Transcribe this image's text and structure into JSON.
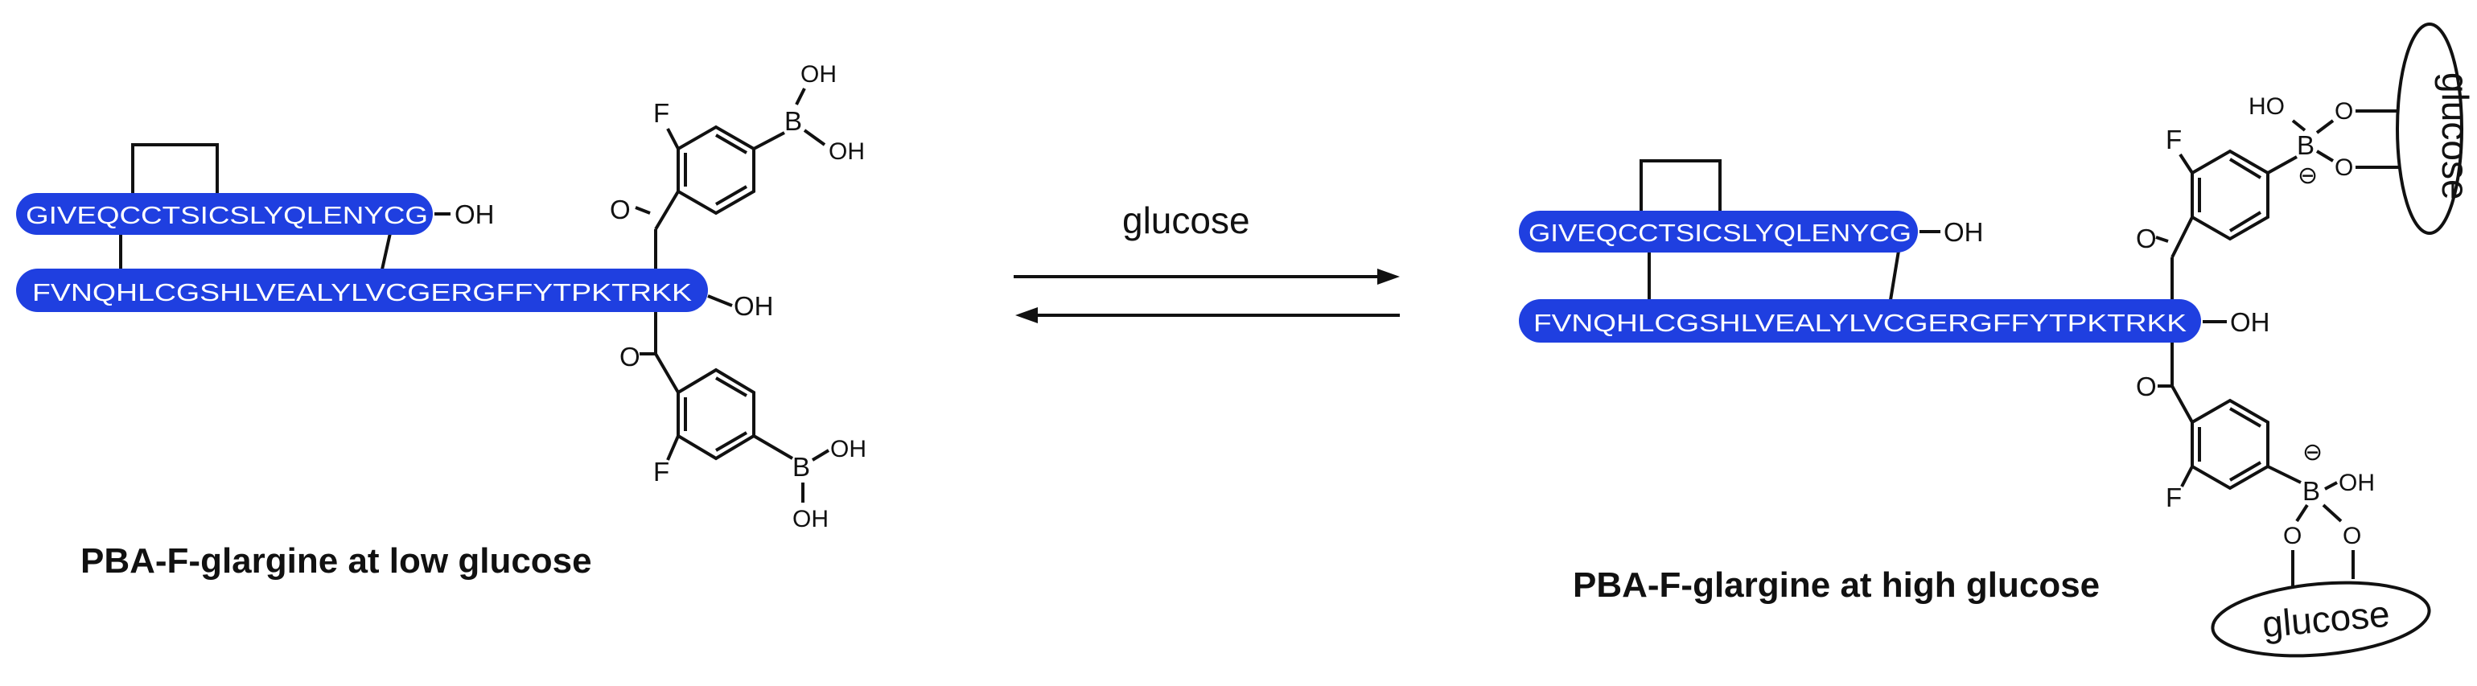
{
  "arrow_label": "glucose",
  "peptide": {
    "chain_a": "GIVEQCCTSICSLYQLENYCG",
    "chain_b": "FVNQHLCGSHLVEALYLVCGERGFFYTPKTRKK",
    "terminal_oh": "OH",
    "chain_color": "#1f3fe0"
  },
  "atoms": {
    "fluorine": "F",
    "oxygen": "O",
    "boron": "B",
    "hydroxyl": "OH",
    "hydroxyl_reversed": "HO",
    "charge": "⊖"
  },
  "glucose_label": "glucose",
  "left_panel": {
    "caption": "PBA-F-glargine at low glucose"
  },
  "right_panel": {
    "caption": "PBA-F-glargine at high glucose"
  }
}
